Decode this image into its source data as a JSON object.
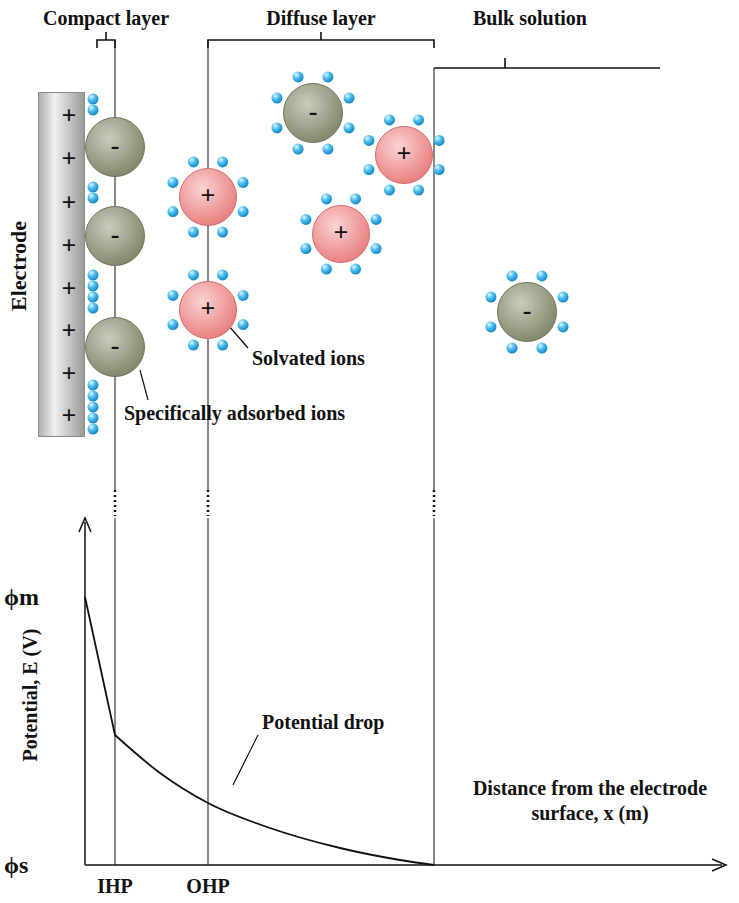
{
  "diagram": {
    "nodes": [
      {
        "text": [
          "Electrode",
          "+",
          "+",
          "+",
          "+",
          "+",
          "+",
          "+",
          "+"
        ]
      },
      {
        "text": [
          "-"
        ]
      },
      {
        "text": [
          "-"
        ]
      },
      {
        "text": [
          "-"
        ]
      },
      {
        "text": [
          "+"
        ]
      },
      {
        "text": [
          "+"
        ]
      },
      {
        "text": [
          "-"
        ]
      },
      {
        "text": [
          "+"
        ]
      },
      {
        "text": [
          "+"
        ]
      },
      {
        "text": [
          "-"
        ]
      }
    ],
    "labels": [
      "Compact layer",
      "Diffuse layer",
      "Bulk solution",
      "Solvated ions",
      "Specifically adsorbed ions",
      "ϕm",
      "ϕs",
      "Potential, E (V)",
      "Potential drop",
      "Distance from the electrode surface, x (m)",
      "IHP",
      "OHP"
    ]
  }
}
